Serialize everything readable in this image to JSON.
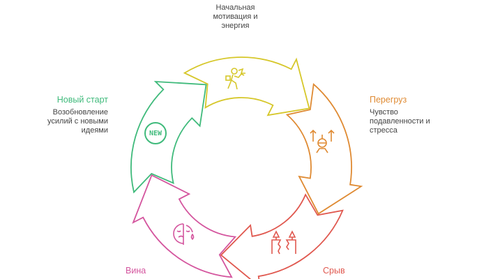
{
  "stages": [
    {
      "id": "start",
      "title": "",
      "desc": "Начальная мотивация и энергия",
      "color": "#d6c72a",
      "icon": "running-person-icon"
    },
    {
      "id": "overload",
      "title": "Перегруз",
      "desc": "Чувство подавленности и стресса",
      "color": "#df8a32",
      "icon": "overwhelmed-person-icon"
    },
    {
      "id": "breakdown",
      "title": "Срыв",
      "desc": "",
      "color": "#e0584f",
      "icon": "broken-structure-icon"
    },
    {
      "id": "guilt",
      "title": "Вина",
      "desc": "",
      "color": "#d4559e",
      "icon": "sad-face-icon"
    },
    {
      "id": "restart",
      "title": "Новый старт",
      "desc": "Возобновление усилий с новыми идеями",
      "color": "#3fba7b",
      "icon": "new-badge-icon"
    }
  ],
  "new_badge_text": "NEW"
}
